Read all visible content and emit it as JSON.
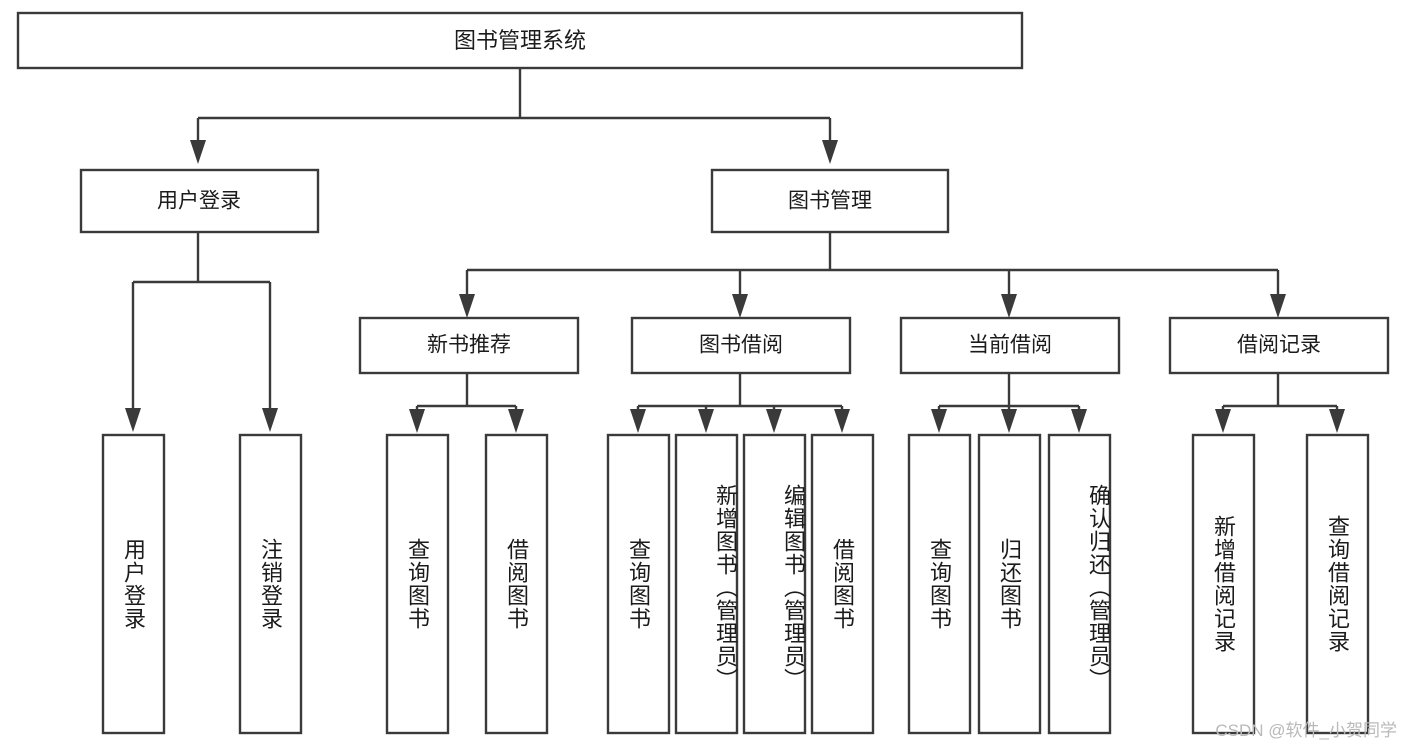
{
  "diagram": {
    "type": "tree-hierarchy-flowchart",
    "title_node": {
      "id": "root",
      "label": "图书管理系统"
    },
    "level2": [
      {
        "id": "user-login",
        "label": "用户登录"
      },
      {
        "id": "book-management",
        "label": "图书管理"
      }
    ],
    "level3": [
      {
        "id": "new-book-recommend",
        "label": "新书推荐",
        "parent": "book-management"
      },
      {
        "id": "book-borrow",
        "label": "图书借阅",
        "parent": "book-management"
      },
      {
        "id": "current-borrow",
        "label": "当前借阅",
        "parent": "book-management"
      },
      {
        "id": "borrow-record",
        "label": "借阅记录",
        "parent": "book-management"
      }
    ],
    "leaves": [
      {
        "id": "leaf-user-login",
        "label": "用户登录",
        "parent": "user-login"
      },
      {
        "id": "leaf-user-logout",
        "label": "注销登录",
        "parent": "user-login"
      },
      {
        "id": "leaf-query-book-1",
        "label": "查询图书",
        "parent": "new-book-recommend"
      },
      {
        "id": "leaf-borrow-book-1",
        "label": "借阅图书",
        "parent": "new-book-recommend"
      },
      {
        "id": "leaf-query-book-2",
        "label": "查询图书",
        "parent": "book-borrow"
      },
      {
        "id": "leaf-add-book",
        "label": "新增图书（管理员）",
        "parent": "book-borrow"
      },
      {
        "id": "leaf-edit-book",
        "label": "编辑图书（管理员）",
        "parent": "book-borrow"
      },
      {
        "id": "leaf-borrow-book-2",
        "label": "借阅图书",
        "parent": "book-borrow"
      },
      {
        "id": "leaf-query-book-3",
        "label": "查询图书",
        "parent": "current-borrow"
      },
      {
        "id": "leaf-return-book",
        "label": "归还图书",
        "parent": "current-borrow"
      },
      {
        "id": "leaf-confirm-return",
        "label": "确认归还（管理员）",
        "parent": "current-borrow"
      },
      {
        "id": "leaf-add-record",
        "label": "新增借阅记录",
        "parent": "borrow-record"
      },
      {
        "id": "leaf-query-record",
        "label": "查询借阅记录",
        "parent": "borrow-record"
      }
    ],
    "watermark": "CSDN @软件_小贺同学",
    "colors": {
      "box_stroke": "#3a3a3a",
      "box_fill": "#ffffff",
      "text": "#1b1b1b",
      "background": "#ffffff",
      "watermark": "#b9b9b9"
    }
  }
}
